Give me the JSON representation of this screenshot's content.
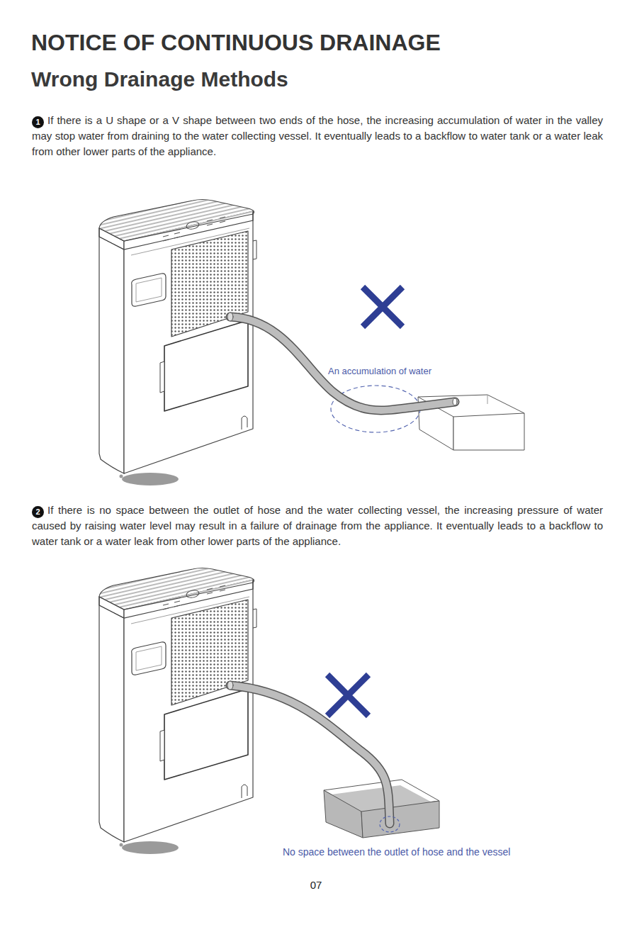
{
  "diagram": {
    "title": "NOTICE OF CONTINUOUS DRAINAGE",
    "labels": [
      "Wrong Drainage Methods",
      "1",
      "If there is a U shape or a V shape between two ends of the hose, the increasing accumulation of water in the valley may stop water from draining to the water collecting vessel. It eventually leads to a backflow to water tank or a water leak from other lower parts of the appliance.",
      "An accumulation of water",
      "2",
      "If there is no space between the outlet of hose and the water collecting vessel, the increasing pressure of water caused by raising water level may result in a failure of drainage from the appliance. It eventually leads to a backflow to water tank or a water leak from other lower parts of the appliance.",
      "No space between the outlet of hose and the vessel",
      "07"
    ]
  }
}
